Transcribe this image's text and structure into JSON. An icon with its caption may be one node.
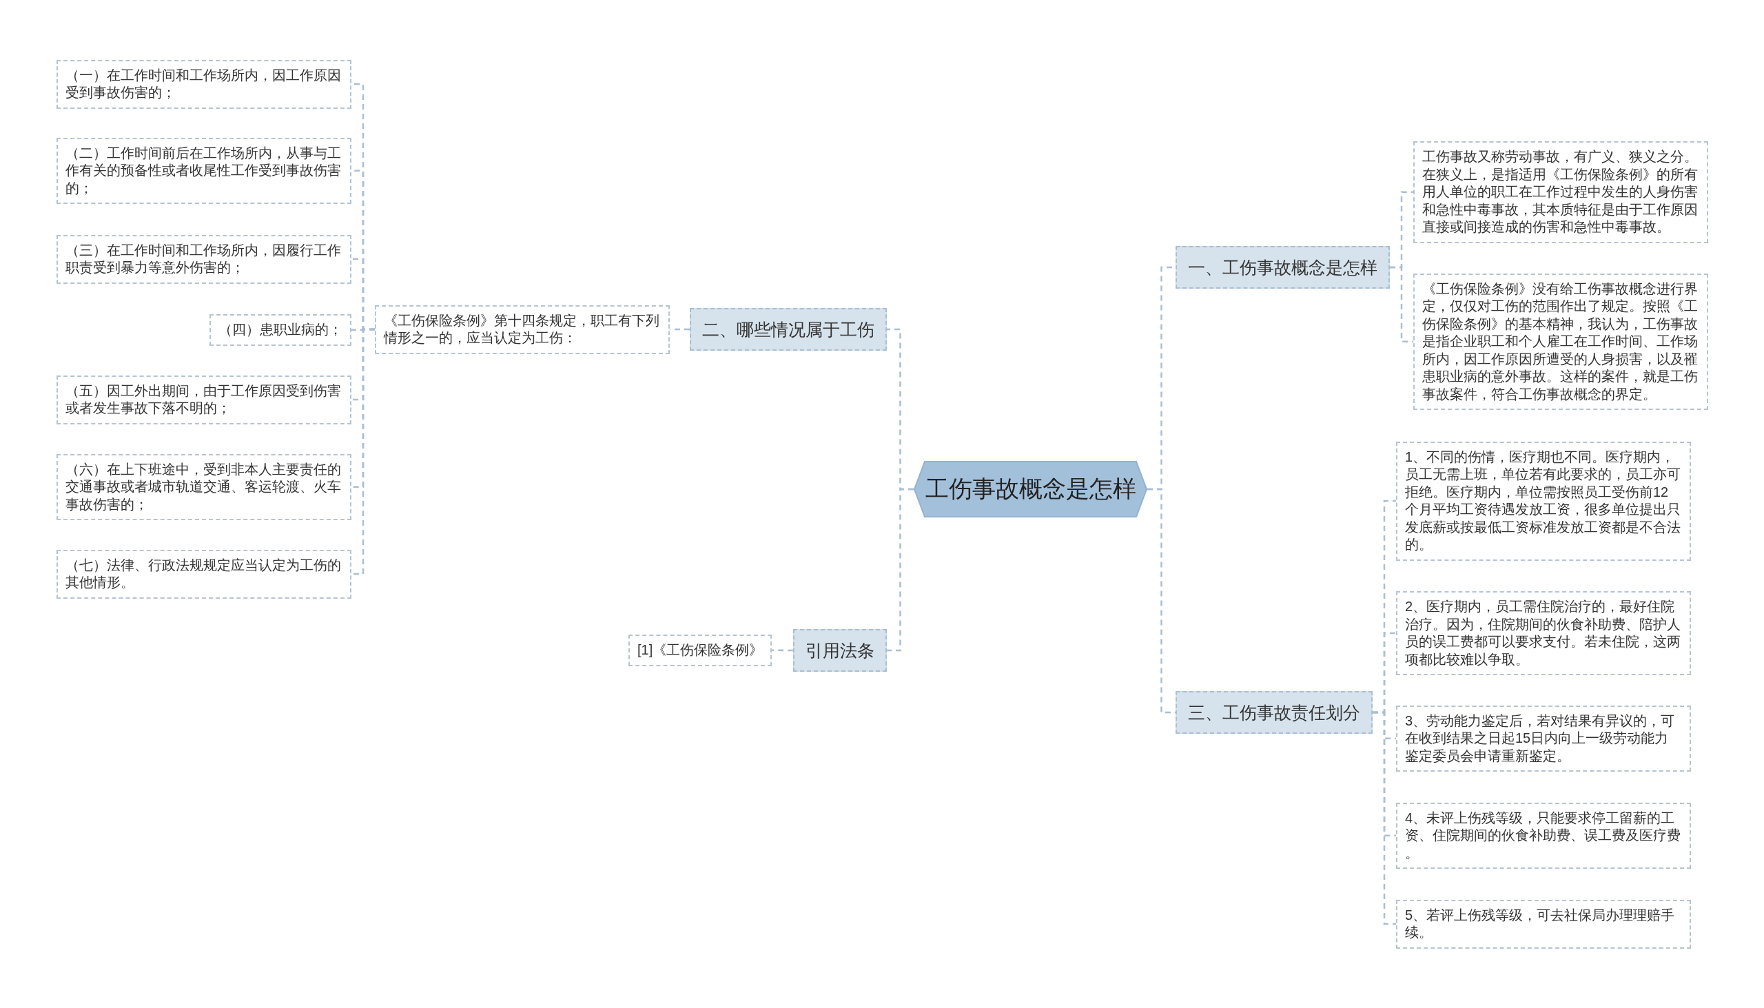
{
  "diagram": {
    "nodes": [
      {
        "text": [
          "工伤事故概念是怎样"
        ]
      },
      {
        "text": [
          "一、工伤事故概念是怎样"
        ]
      },
      {
        "text": [
          "工伤事故又称劳动事故，有广义、狭义之分。在狭义上，是指适用《工伤保险条例》的所有用人单位的职工在工作过程中发生的人身伤害和急性中毒事故，其本质特征是由于工作原因直接或间接造成的伤害和急性中毒事故。"
        ]
      },
      {
        "text": [
          "《工伤保险条例》没有给工伤事故概念进行界定，仅仅对工伤的范围作出了规定。按照《工伤保险条例》的基本精神，我认为，工伤事故是指企业职工和个人雇工在工作时间、工作场所内，因工作原因所遭受的人身损害，以及罹患职业病的意外事故。这样的案件，就是工伤事故案件，符合工伤事故概念的界定。"
        ]
      },
      {
        "text": [
          "三、工伤事故责任划分"
        ]
      },
      {
        "text": [
          "1、不同的伤情，医疗期也不同。医疗期内，员工无需上班，单位若有此要求的，员工亦可拒绝。医疗期内，单位需按照员工受伤前12个月平均工资待遇发放工资，很多单位提出只发底薪或按最低工资标准发放工资都是不合法的。"
        ]
      },
      {
        "text": [
          "2、医疗期内，员工需住院治疗的，最好住院治疗。因为，住院期间的伙食补助费、陪护人员的误工费都可以要求支付。若未住院，这两项都比较难以争取。"
        ]
      },
      {
        "text": [
          "3、劳动能力鉴定后，若对结果有异议的，可在收到结果之日起15日内向上一级劳动能力鉴定委员会申请重新鉴定。"
        ]
      },
      {
        "text": [
          "4、未评上伤残等级，只能要求停工留薪的工资、住院期间的伙食补助费、误工费及医疗费。"
        ]
      },
      {
        "text": [
          "5、若评上伤残等级，可去社保局办理理赔手续。"
        ]
      },
      {
        "text": [
          "二、哪些情况属于工伤"
        ]
      },
      {
        "text": [
          "《工伤保险条例》第十四条规定，职工有下列情形之一的，应当认定为工伤："
        ]
      },
      {
        "text": [
          "（一）在工作时间和工作场所内，因工作原因受到事故伤害的；"
        ]
      },
      {
        "text": [
          "（二）工作时间前后在工作场所内，从事与工作有关的预备性或者收尾性工作受到事故伤害的；"
        ]
      },
      {
        "text": [
          "（三）在工作时间和工作场所内，因履行工作职责受到暴力等意外伤害的；"
        ]
      },
      {
        "text": [
          "（四）患职业病的；"
        ]
      },
      {
        "text": [
          "（五）因工外出期间，由于工作原因受到伤害或者发生事故下落不明的；"
        ]
      },
      {
        "text": [
          "（六）在上下班途中，受到非本人主要责任的交通事故或者城市轨道交通、客运轮渡、火车事故伤害的；"
        ]
      },
      {
        "text": [
          "（七）法律、行政法规规定应当认定为工伤的其他情形。"
        ]
      },
      {
        "text": [
          "引用法条"
        ]
      },
      {
        "text": [
          "[1]《工伤保险条例》"
        ]
      }
    ],
    "edges": [
      {
        "from": 0,
        "to": 1,
        "arrow": "none",
        "style": "dashed"
      },
      {
        "from": 1,
        "to": 2,
        "arrow": "none",
        "style": "dashed"
      },
      {
        "from": 1,
        "to": 3,
        "arrow": "none",
        "style": "dashed"
      },
      {
        "from": 0,
        "to": 4,
        "arrow": "none",
        "style": "dashed"
      },
      {
        "from": 4,
        "to": 5,
        "arrow": "none",
        "style": "dashed"
      },
      {
        "from": 4,
        "to": 6,
        "arrow": "none",
        "style": "dashed"
      },
      {
        "from": 4,
        "to": 7,
        "arrow": "none",
        "style": "dashed"
      },
      {
        "from": 4,
        "to": 8,
        "arrow": "none",
        "style": "dashed"
      },
      {
        "from": 4,
        "to": 9,
        "arrow": "none",
        "style": "dashed"
      },
      {
        "from": 0,
        "to": 10,
        "arrow": "none",
        "style": "dashed"
      },
      {
        "from": 10,
        "to": 11,
        "arrow": "none",
        "style": "dashed"
      },
      {
        "from": 11,
        "to": 12,
        "arrow": "none",
        "style": "dashed"
      },
      {
        "from": 11,
        "to": 13,
        "arrow": "none",
        "style": "dashed"
      },
      {
        "from": 11,
        "to": 14,
        "arrow": "none",
        "style": "dashed"
      },
      {
        "from": 11,
        "to": 15,
        "arrow": "none",
        "style": "dashed"
      },
      {
        "from": 11,
        "to": 16,
        "arrow": "none",
        "style": "dashed"
      },
      {
        "from": 11,
        "to": 17,
        "arrow": "none",
        "style": "dashed"
      },
      {
        "from": 11,
        "to": 18,
        "arrow": "none",
        "style": "dashed"
      },
      {
        "from": 0,
        "to": 19,
        "arrow": "none",
        "style": "dashed"
      },
      {
        "from": 19,
        "to": 20,
        "arrow": "none",
        "style": "dashed"
      }
    ]
  }
}
